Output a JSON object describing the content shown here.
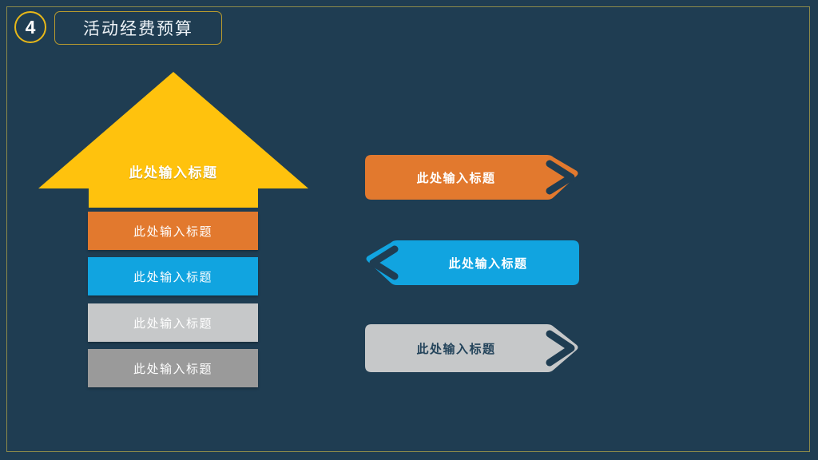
{
  "slide": {
    "background_color": "#1f3d52",
    "frame_color": "#8d8b4a"
  },
  "header": {
    "badge_number": "4",
    "badge_color": "#e8b818",
    "title": "活动经费预算",
    "title_border_color": "#b99b2e"
  },
  "left_group": {
    "arrow": {
      "label": "此处输入标题",
      "color": "#ffc20d",
      "direction": "up"
    },
    "bars": [
      {
        "label": "此处输入标题",
        "color": "#e2792e",
        "text_color": "#ffffff"
      },
      {
        "label": "此处输入标题",
        "color": "#11a4e0",
        "text_color": "#ffffff"
      },
      {
        "label": "此处输入标题",
        "color": "#c6c8c9",
        "text_color": "#ffffff"
      },
      {
        "label": "此处输入标题",
        "color": "#9a9a9a",
        "text_color": "#ffffff"
      }
    ]
  },
  "right_group": {
    "banners": [
      {
        "label": "此处输入标题",
        "color": "#e2792e",
        "text_color": "#ffffff",
        "direction": "right"
      },
      {
        "label": "此处输入标题",
        "color": "#11a4e0",
        "text_color": "#ffffff",
        "direction": "left"
      },
      {
        "label": "此处输入标题",
        "color": "#c6c8c9",
        "text_color": "#24445b",
        "direction": "right"
      }
    ]
  }
}
